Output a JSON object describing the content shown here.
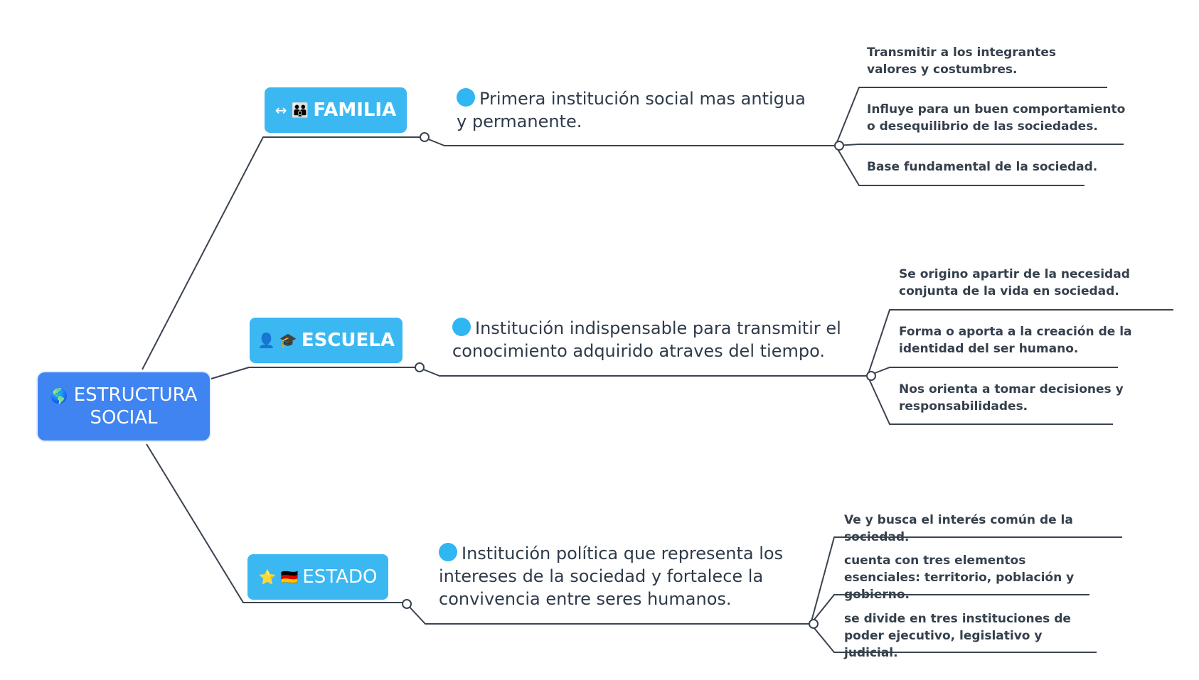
{
  "root": {
    "icon": "🌎",
    "label": "ESTRUCTURA SOCIAL"
  },
  "branches": [
    {
      "icons": [
        "↔",
        "👪"
      ],
      "label": "FAMILIA",
      "description": "Primera institución social mas antigua y permanente.",
      "leaves": [
        "Transmitir a los integrantes valores y costumbres.",
        "Influye para un buen comportamiento o desequilibrio de las sociedades.",
        "Base fundamental de la sociedad."
      ]
    },
    {
      "icons": [
        "👤",
        "🎓"
      ],
      "label": "ESCUELA",
      "description": "Institución indispensable para transmitir el conocimiento adquirido atraves del tiempo.",
      "leaves": [
        "Se origino apartir de la necesidad conjunta de la vida en sociedad.",
        "Forma o aporta a la creación de la identidad del ser humano.",
        "Nos orienta a tomar decisiones y responsabilidades."
      ]
    },
    {
      "icons": [
        "⭐",
        "🇩🇪"
      ],
      "label": "ESTADO",
      "description": "Institución política que representa los intereses de la sociedad y fortalece la convivencia entre seres humanos.",
      "leaves": [
        "Ve y busca el interés común de la sociedad.",
        "cuenta con tres elementos esenciales: territorio, población y gobierno.",
        "se divide en tres instituciones de poder ejecutivo, legislativo y judicial."
      ]
    }
  ],
  "colors": {
    "root": "#3f84f1",
    "branch": "#3bb8f2",
    "dot": "#2fb6f3",
    "line": "#3a4350"
  }
}
